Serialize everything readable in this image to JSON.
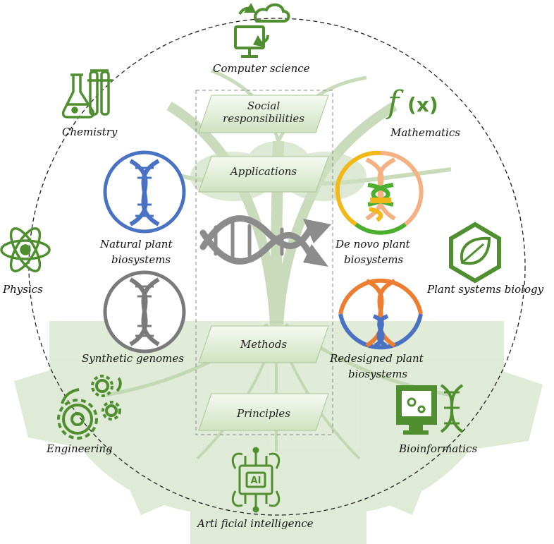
{
  "colors": {
    "green_dark": "#4f8f2f",
    "green_light": "#c9dcbc",
    "blue": "#4a72c4",
    "gray": "#7a7a7a",
    "orange": "#ed7d31",
    "peach": "#f4b183",
    "yellow": "#f2b817",
    "green_mid": "#4caf2f"
  },
  "outer_fields": {
    "computer_science": "Computer science",
    "chemistry": "Chemistry",
    "mathematics": "Mathematics",
    "physics": "Physics",
    "plant_systems_biology": "Plant systems biology",
    "engineering": "Engineering",
    "bioinformatics": "Bioinformatics",
    "artificial_intelligence": "Arti ficial intelligence",
    "ai_badge": "AI"
  },
  "layers": {
    "social_line1": "Social",
    "social_line2": "responsibilities",
    "applications": "Applications",
    "methods": "Methods",
    "principles": "Principles"
  },
  "biosystems": {
    "natural_line1": "Natural plant",
    "natural_line2": "biosystems",
    "synthetic": "Synthetic genomes",
    "denovo_line1": "De novo plant",
    "denovo_line2": "biosystems",
    "redesigned_line1": "Redesigned plant",
    "redesigned_line2": "biosystems"
  },
  "icons": [
    "cloud-sync-computer-icon",
    "chemistry-flask-icon",
    "function-fx-icon",
    "atom-icon",
    "leaf-hexagon-icon",
    "gears-icon",
    "bioinformatics-monitor-icon",
    "ai-chip-icon",
    "dna-icon"
  ]
}
